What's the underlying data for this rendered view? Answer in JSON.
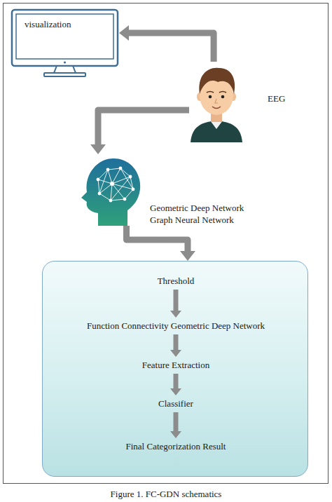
{
  "diagram": {
    "caption": "Figure 1. FC-GDN schematics",
    "nodes": [
      {
        "text": [
          "visualization"
        ]
      },
      {
        "text": [
          "EEG"
        ]
      },
      {
        "text": [
          "Geometric Deep Network",
          "Graph Neural Network"
        ]
      },
      {
        "text": []
      },
      {
        "text": [
          "Threshold"
        ],
        "in": 3
      },
      {
        "text": [
          "Function Connectivity Geometric Deep Network"
        ],
        "in": 3
      },
      {
        "text": [
          "Feature Extraction"
        ],
        "in": 3
      },
      {
        "text": [
          "Classifier"
        ],
        "in": 3
      },
      {
        "text": [
          "Final Categorization Result"
        ],
        "in": 3
      }
    ],
    "edges": [
      {
        "from": 1,
        "to": 0,
        "arrow": "to"
      },
      {
        "from": 1,
        "to": 2,
        "arrow": "to"
      },
      {
        "from": 2,
        "to": 3,
        "arrow": "to"
      },
      {
        "from": 4,
        "to": 5,
        "arrow": "to"
      },
      {
        "from": 5,
        "to": 6,
        "arrow": "to"
      },
      {
        "from": 6,
        "to": 7,
        "arrow": "to"
      },
      {
        "from": 7,
        "to": 8,
        "arrow": "to"
      }
    ]
  }
}
